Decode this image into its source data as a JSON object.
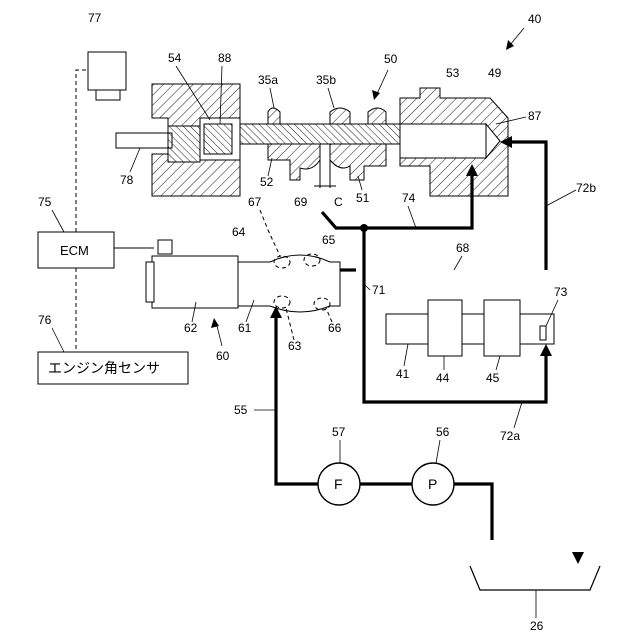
{
  "labels": {
    "n40": "40",
    "n50": "50",
    "n53": "53",
    "n49": "49",
    "n87": "87",
    "n77": "77",
    "n54": "54",
    "n88": "88",
    "n35a": "35a",
    "n35b": "35b",
    "n78": "78",
    "n52": "52",
    "n51": "51",
    "nC": "C",
    "n69": "69",
    "n74": "74",
    "n67": "67",
    "n72b": "72b",
    "n75": "75",
    "n64": "64",
    "n65": "65",
    "n68": "68",
    "n71": "71",
    "n73": "73",
    "n62": "62",
    "n61": "61",
    "n66": "66",
    "n63": "63",
    "n60": "60",
    "n41": "41",
    "n44": "44",
    "n45": "45",
    "n76": "76",
    "n55": "55",
    "n72a": "72a",
    "n57": "57",
    "n56": "56",
    "n26": "26"
  },
  "blocks": {
    "ecm": "ECM",
    "engine_angle_sensor": "エンジン角センサ"
  },
  "symbols": {
    "filter": "F",
    "pump": "P"
  }
}
